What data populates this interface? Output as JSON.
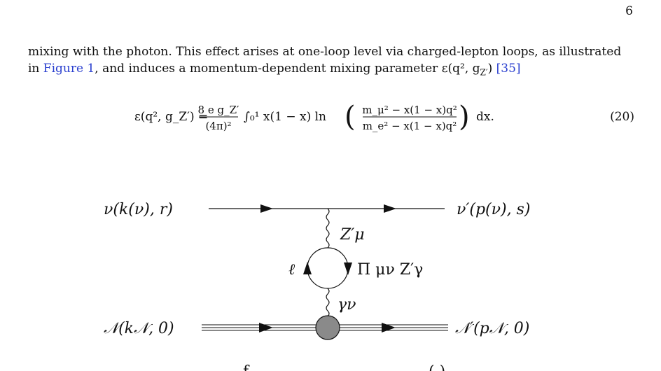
{
  "page_number": "6",
  "paragraph": {
    "line1": "mixing with the photon. This effect arises at one-loop level via charged-lepton loops, as illustrated",
    "line2_prefix": "in ",
    "figure_ref": "Figure 1",
    "line2_suffix": ", and induces a momentum-dependent mixing parameter ε(q², g",
    "line2_sub": "Z′",
    "line2_close": ") ",
    "citation": "[35]"
  },
  "equation": {
    "lhs": "ε(q², g_Z′) =",
    "fraction_num": "8 e g_Z′",
    "fraction_den": "(4π)²",
    "integral": "∫₀¹ x(1 − x) ln",
    "log_num": "m_μ² − x(1 − x)q²",
    "log_den": "m_e² − x(1 − x)q²",
    "tail": "dx.",
    "number": "(20)"
  },
  "diagram": {
    "top_left": "ν(k(ν), r)",
    "top_right": "ν′(p(ν), s)",
    "boson_z": "Z′μ",
    "lepton": "ℓ",
    "polarization": "Π μν Z′γ",
    "photon": "γν",
    "bottom_left": "𝒩(k𝒩, 0)",
    "bottom_right": "𝒩′(p𝒩, 0)"
  }
}
